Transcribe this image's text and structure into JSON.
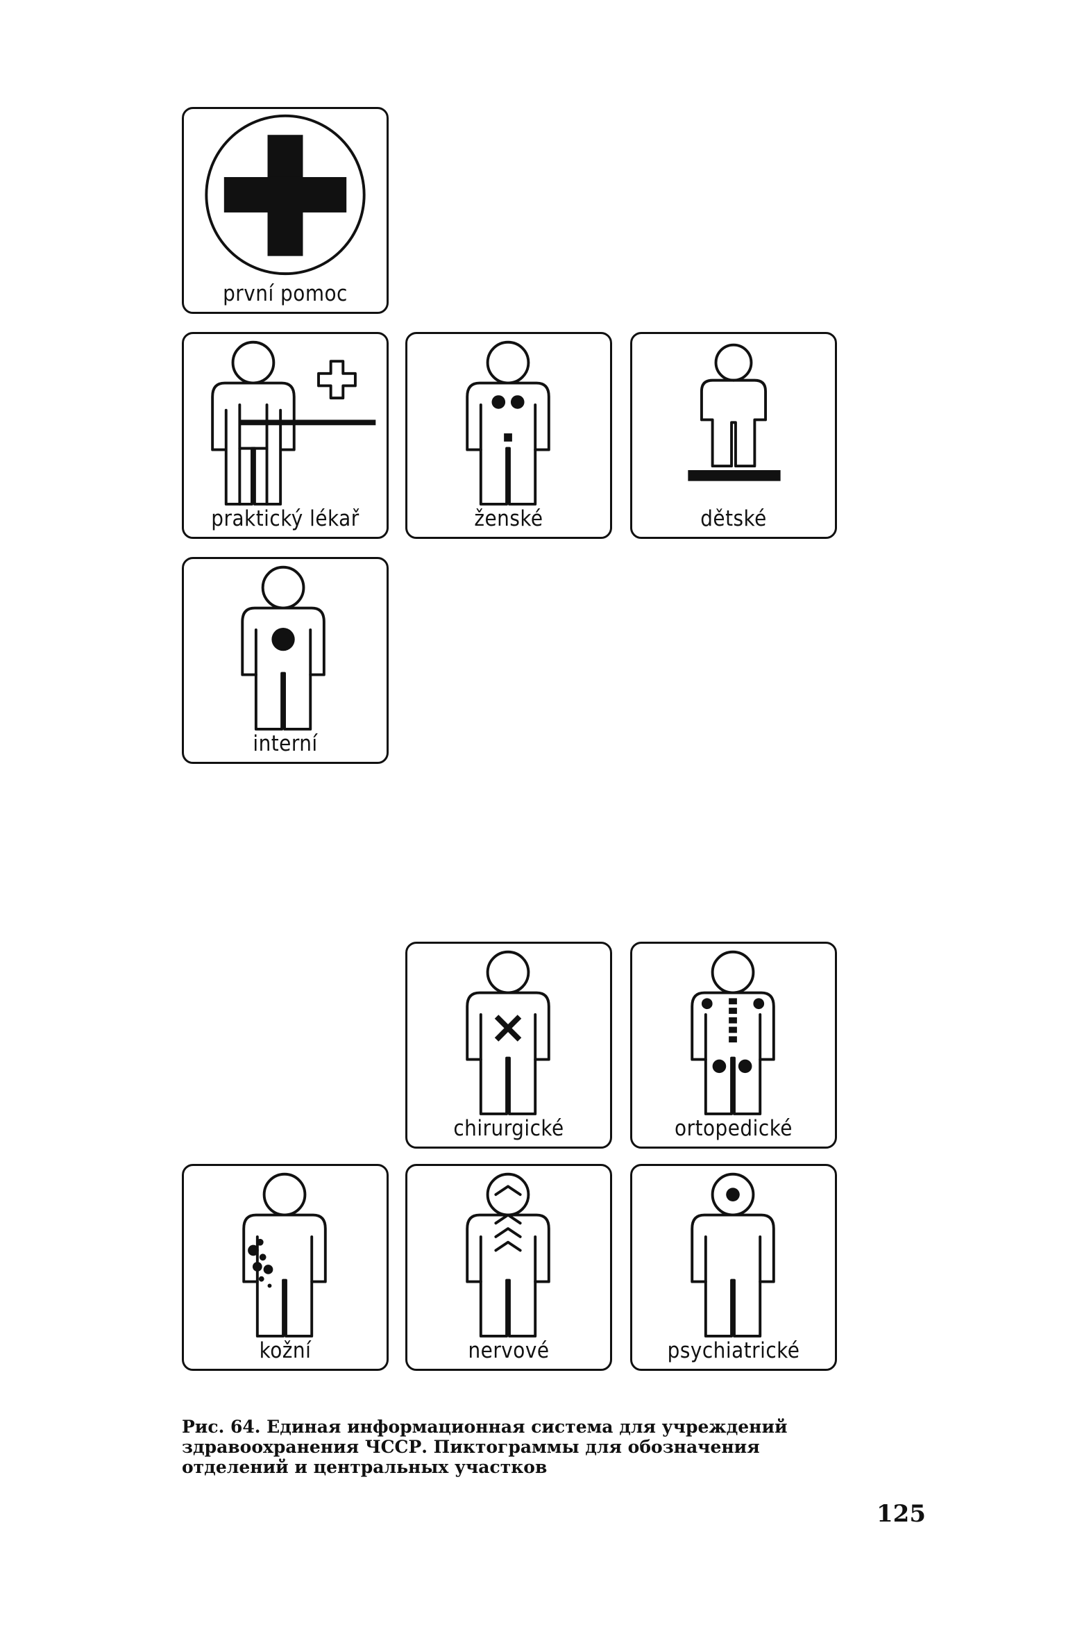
{
  "labels": {
    "prvni_pomoc": "první pomoc",
    "prakticky_lekar": "praktický lékař",
    "zenske": "ženské",
    "detske": "dětské",
    "interni": "interní",
    "chirurgicke": "chirurgické",
    "ortopedicke": "ortopedické",
    "kozni": "kožní",
    "nervove": "nervové",
    "psychiatricke": "psychiatrické"
  },
  "caption": "Рис. 64. Единая информационная система для учреждений здравоохранения ЧССР. Пиктограммы для обозначения отделений и центральных участков",
  "page_number": "125",
  "icons": [
    "red-cross-icon",
    "person-icon",
    "cross-outline-icon",
    "child-icon",
    "dot-icon",
    "x-mark-icon",
    "spine-icon",
    "chevron-icon"
  ]
}
